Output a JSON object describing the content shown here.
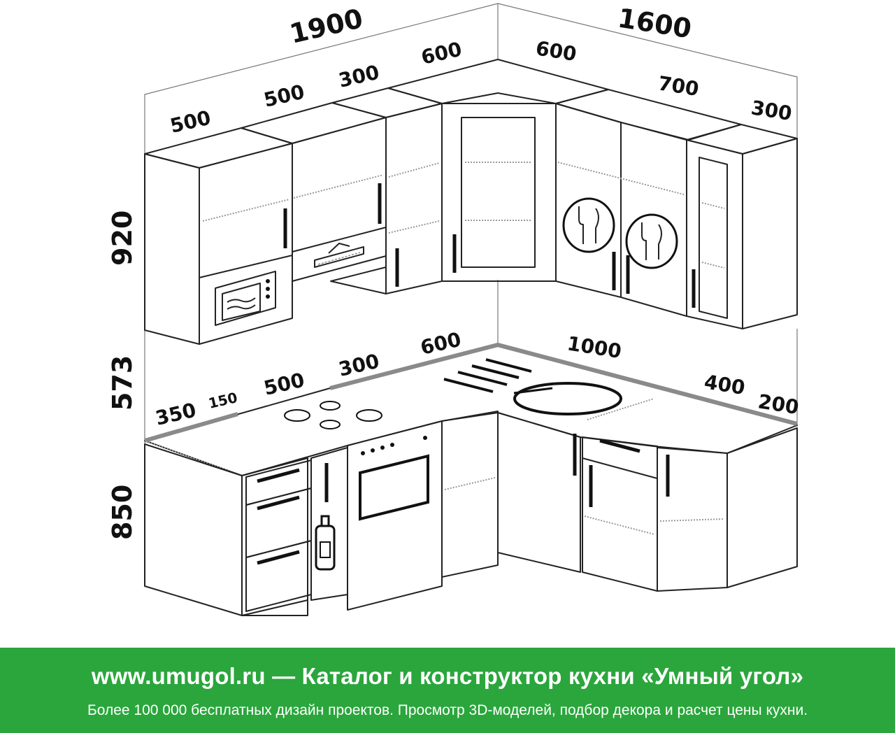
{
  "dimensions": {
    "upper_total_left": "1900",
    "upper_total_right": "1600",
    "upper_left_1": "500",
    "upper_left_2": "500",
    "upper_left_3": "300",
    "upper_corner_left": "600",
    "upper_corner_right": "600",
    "upper_right_1": "700",
    "upper_right_2": "300",
    "height_upper": "920",
    "height_gap": "573",
    "height_lower": "850",
    "lower_left_1": "350",
    "lower_left_gap": "150",
    "lower_left_2": "500",
    "lower_left_3": "300",
    "lower_corner": "600",
    "lower_right_1": "1000",
    "lower_right_2": "400",
    "lower_right_3": "200"
  },
  "footer": {
    "title": "www.umugol.ru — Каталог и конструктор кухни «Умный угол»",
    "subtitle": "Более 100 000 бесплатных дизайн проектов. Просмотр 3D-моделей, подбор декора и расчет цены кухни."
  },
  "colors": {
    "footer_bg": "#2aa63c",
    "line": "#222222",
    "countertop_edge": "#8a8a8a"
  }
}
